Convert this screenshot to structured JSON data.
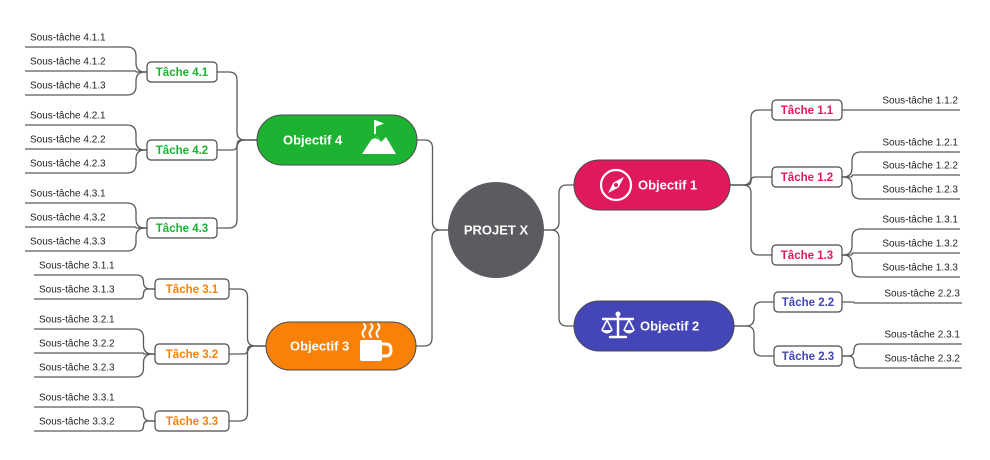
{
  "center": {
    "label": "PROJET X",
    "color": "#5b5b60"
  },
  "objectives": [
    {
      "label": "Objectif 1",
      "color": "#e0195a",
      "icon": "compass-icon",
      "tasks": [
        {
          "label": "Tâche 1.1",
          "subtasks": [
            "Sous-tâche 1.1.2"
          ]
        },
        {
          "label": "Tâche 1.2",
          "subtasks": [
            "Sous-tâche 1.2.1",
            "Sous-tâche 1.2.2",
            "Sous-tâche 1.2.3"
          ]
        },
        {
          "label": "Tâche 1.3",
          "subtasks": [
            "Sous-tâche 1.3.1",
            "Sous-tâche 1.3.2",
            "Sous-tâche 1.3.3"
          ]
        }
      ]
    },
    {
      "label": "Objectif 2",
      "color": "#4446b8",
      "icon": "scales-icon",
      "tasks": [
        {
          "label": "Tâche 2.2",
          "subtasks": [
            "Sous-tâche 2.2.3"
          ]
        },
        {
          "label": "Tâche 2.3",
          "subtasks": [
            "Sous-tâche 2.3.1",
            "Sous-tâche 2.3.2"
          ]
        }
      ]
    },
    {
      "label": "Objectif 3",
      "color": "#fa8108",
      "icon": "mug-icon",
      "tasks": [
        {
          "label": "Tâche 3.1",
          "subtasks": [
            "Sous-tâche 3.1.1",
            "Sous-tâche 3.1.3"
          ]
        },
        {
          "label": "Tâche 3.2",
          "subtasks": [
            "Sous-tâche 3.2.1",
            "Sous-tâche 3.2.2",
            "Sous-tâche 3.2.3"
          ]
        },
        {
          "label": "Tâche 3.3",
          "subtasks": [
            "Sous-tâche 3.3.1",
            "Sous-tâche 3.3.2"
          ]
        }
      ]
    },
    {
      "label": "Objectif 4",
      "color": "#1db232",
      "icon": "mountain-flag-icon",
      "tasks": [
        {
          "label": "Tâche 4.1",
          "subtasks": [
            "Sous-tâche 4.1.1",
            "Sous-tâche 4.1.2",
            "Sous-tâche 4.1.3"
          ]
        },
        {
          "label": "Tâche 4.2",
          "subtasks": [
            "Sous-tâche 4.2.1",
            "Sous-tâche 4.2.2",
            "Sous-tâche 4.2.3"
          ]
        },
        {
          "label": "Tâche 4.3",
          "subtasks": [
            "Sous-tâche 4.3.1",
            "Sous-tâche 4.3.2",
            "Sous-tâche 4.3.3"
          ]
        }
      ]
    }
  ]
}
